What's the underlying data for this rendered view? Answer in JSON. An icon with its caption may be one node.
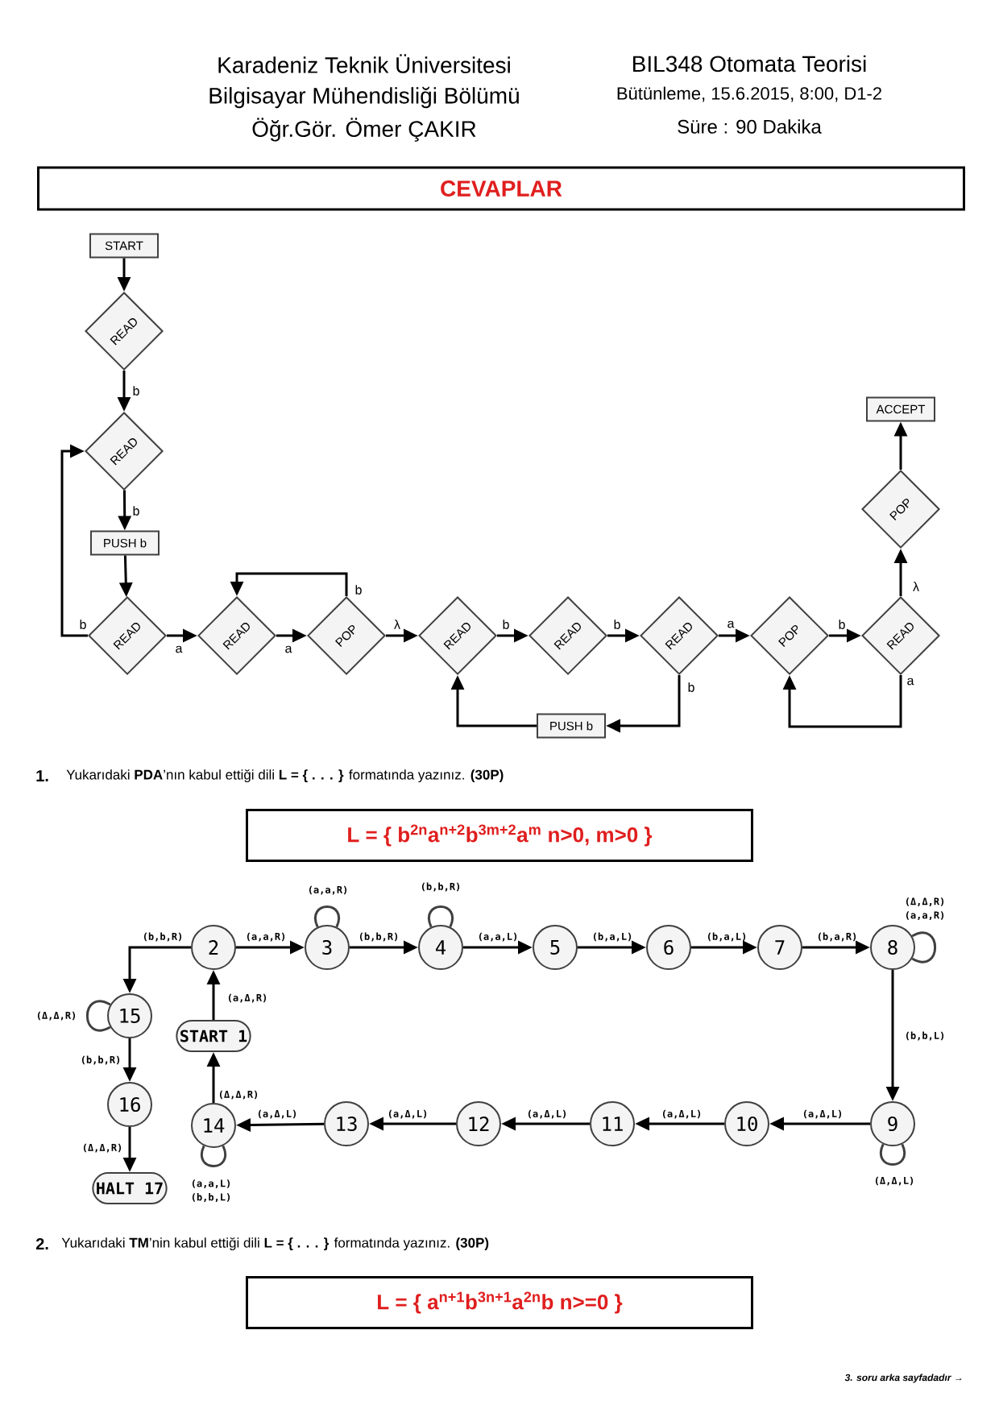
{
  "diagram": {
    "nodes": [
      {
        "text": [
          "CEVAPLAR"
        ]
      },
      {
        "text": [
          "START"
        ]
      },
      {
        "text": [
          "READ"
        ]
      },
      {
        "text": [
          "READ"
        ]
      },
      {
        "text": [
          "PUSH b"
        ]
      },
      {
        "text": [
          "READ"
        ]
      },
      {
        "text": [
          "READ"
        ]
      },
      {
        "text": [
          "POP"
        ]
      },
      {
        "text": [
          "READ"
        ]
      },
      {
        "text": [
          "READ"
        ]
      },
      {
        "text": [
          "READ"
        ]
      },
      {
        "text": [
          "POP"
        ]
      },
      {
        "text": [
          "READ"
        ]
      },
      {
        "text": [
          "POP"
        ]
      },
      {
        "text": [
          "ACCEPT"
        ]
      },
      {
        "text": [
          "PUSH b"
        ]
      },
      {
        "text": [
          "L = { b$^{2n}$a$^{n+2}$b$^{3m+2}$a$^{m}$ n>0, m>0 }"
        ]
      },
      {
        "text": [
          "2"
        ]
      },
      {
        "text": [
          "3"
        ]
      },
      {
        "text": [
          "4"
        ]
      },
      {
        "text": [
          "5"
        ]
      },
      {
        "text": [
          "6"
        ]
      },
      {
        "text": [
          "7"
        ]
      },
      {
        "text": [
          "8"
        ]
      },
      {
        "text": [
          "15"
        ]
      },
      {
        "text": [
          "START 1"
        ]
      },
      {
        "text": [
          "16"
        ]
      },
      {
        "text": [
          "14"
        ]
      },
      {
        "text": [
          "13"
        ]
      },
      {
        "text": [
          "12"
        ]
      },
      {
        "text": [
          "11"
        ]
      },
      {
        "text": [
          "10"
        ]
      },
      {
        "text": [
          "9"
        ]
      },
      {
        "text": [
          "HALT 17"
        ]
      },
      {
        "text": [
          "L = { a$^{n+1}$b$^{3n+1}$a$^{2n}$b n>=0 }"
        ]
      }
    ],
    "edges": [
      {
        "from": 1,
        "to": 2,
        "arrow": "to"
      },
      {
        "from": 2,
        "to": 3,
        "arrow": "to",
        "label": "b"
      },
      {
        "from": 3,
        "to": 4,
        "arrow": "to",
        "label": "b"
      },
      {
        "from": 4,
        "to": 5,
        "arrow": "to"
      },
      {
        "from": 5,
        "to": 3,
        "arrow": "to",
        "label": "b"
      },
      {
        "from": 5,
        "to": 6,
        "arrow": "to",
        "label": "a"
      },
      {
        "from": 6,
        "to": 7,
        "arrow": "to",
        "label": "a"
      },
      {
        "from": 7,
        "to": 6,
        "arrow": "to",
        "label": "b"
      },
      {
        "from": 7,
        "to": 8,
        "arrow": "to",
        "label": "λ"
      },
      {
        "from": 8,
        "to": 9,
        "arrow": "to",
        "label": "b"
      },
      {
        "from": 9,
        "to": 10,
        "arrow": "to",
        "label": "b"
      },
      {
        "from": 10,
        "to": 15,
        "arrow": "to",
        "label": "b"
      },
      {
        "from": 15,
        "to": 8,
        "arrow": "to"
      },
      {
        "from": 10,
        "to": 11,
        "arrow": "to",
        "label": "a"
      },
      {
        "from": 11,
        "to": 12,
        "arrow": "to",
        "label": "b"
      },
      {
        "from": 12,
        "to": 11,
        "arrow": "to",
        "label": "a"
      },
      {
        "from": 12,
        "to": 13,
        "arrow": "to",
        "label": "λ"
      },
      {
        "from": 13,
        "to": 14,
        "arrow": "to"
      },
      {
        "from": 25,
        "to": 17,
        "arrow": "to",
        "label": "(a,Δ,R)"
      },
      {
        "from": 17,
        "to": 18,
        "arrow": "to",
        "label": "(a,a,R)"
      },
      {
        "from": 18,
        "to": 18,
        "arrow": "none",
        "label": "(a,a,R)"
      },
      {
        "from": 18,
        "to": 19,
        "arrow": "to",
        "label": "(b,b,R)"
      },
      {
        "from": 19,
        "to": 19,
        "arrow": "none",
        "label": "(b,b,R)"
      },
      {
        "from": 19,
        "to": 20,
        "arrow": "to",
        "label": "(a,a,L)"
      },
      {
        "from": 20,
        "to": 21,
        "arrow": "to",
        "label": "(b,a,L)"
      },
      {
        "from": 21,
        "to": 22,
        "arrow": "to",
        "label": "(b,a,L)"
      },
      {
        "from": 22,
        "to": 23,
        "arrow": "to",
        "label": "(b,a,R)"
      },
      {
        "from": 23,
        "to": 23,
        "arrow": "none",
        "label": "(Δ,Δ,R) (a,a,R)"
      },
      {
        "from": 23,
        "to": 32,
        "arrow": "to",
        "label": "(b,b,L)"
      },
      {
        "from": 32,
        "to": 32,
        "arrow": "none",
        "label": "(Δ,Δ,L)"
      },
      {
        "from": 32,
        "to": 31,
        "arrow": "to",
        "label": "(a,Δ,L)"
      },
      {
        "from": 31,
        "to": 30,
        "arrow": "to",
        "label": "(a,Δ,L)"
      },
      {
        "from": 30,
        "to": 29,
        "arrow": "to",
        "label": "(a,Δ,L)"
      },
      {
        "from": 29,
        "to": 28,
        "arrow": "to",
        "label": "(a,Δ,L)"
      },
      {
        "from": 28,
        "to": 27,
        "arrow": "to",
        "label": "(a,Δ,L)"
      },
      {
        "from": 27,
        "to": 27,
        "arrow": "none",
        "label": "(a,a,L) (b,b,L)"
      },
      {
        "from": 27,
        "to": 25,
        "arrow": "to",
        "label": "(Δ,Δ,R)"
      },
      {
        "from": 17,
        "to": 24,
        "arrow": "to",
        "label": "(b,b,R)"
      },
      {
        "from": 24,
        "to": 24,
        "arrow": "none",
        "label": "(Δ,Δ,R)"
      },
      {
        "from": 24,
        "to": 26,
        "arrow": "to",
        "label": "(b,b,R)"
      },
      {
        "from": 26,
        "to": 33,
        "arrow": "to",
        "label": "(Δ,Δ,R)"
      }
    ],
    "labels": [
      "Karadeniz Teknik Üniversitesi",
      "BIL348 Otomata Teorisi",
      "Bilgisayar Mühendisliği Bölümü",
      "Bütünleme, 15.6.2015, 8:00, D1-2",
      "Öğr.Gör. Ömer ÇAKIR",
      "Süre : 90 Dakika",
      "1.",
      "Yukarıdaki **PDA**’nın kabul ettiği dili **L = { . . . }** formatında yazınız. **(30P)**",
      "2.",
      "Yukarıdaki **TM**’nin kabul ettiği dili **L = { . . . }** formatında yazınız. **(30P)**",
      "3. soru arka sayfadadır →"
    ]
  }
}
